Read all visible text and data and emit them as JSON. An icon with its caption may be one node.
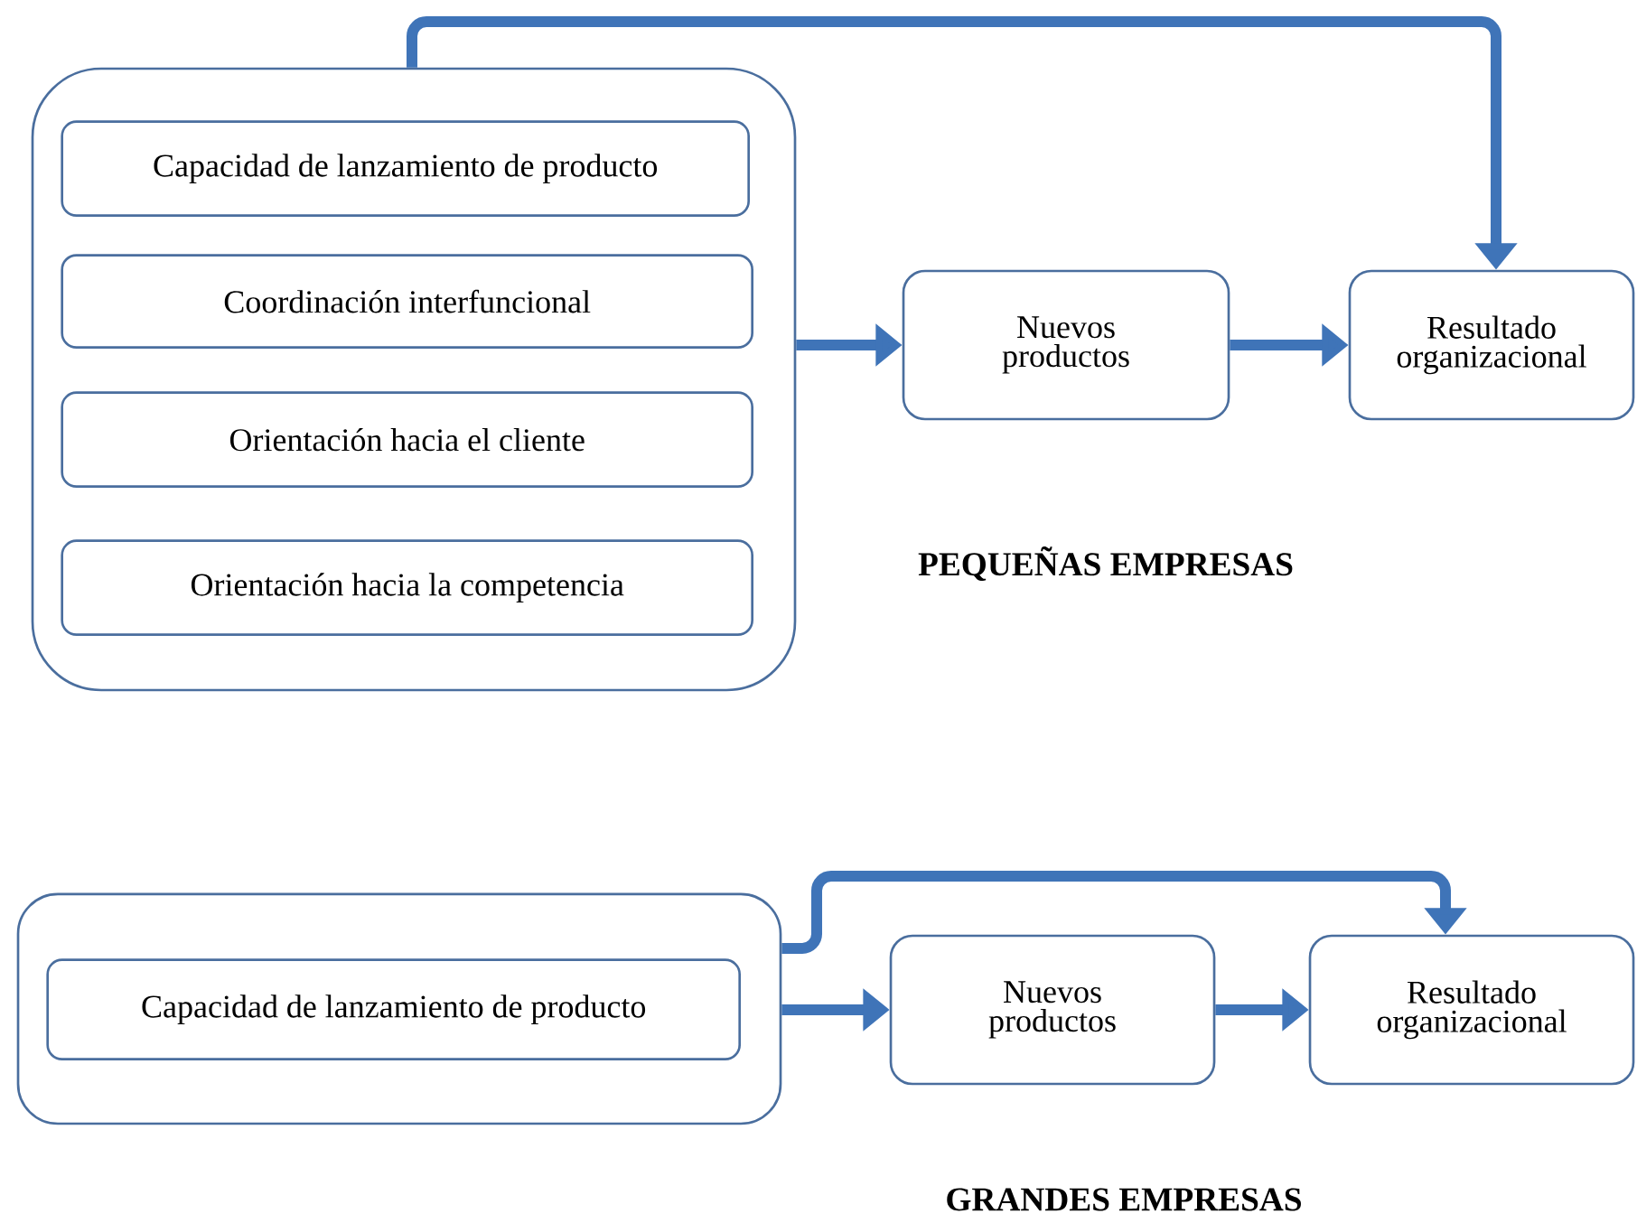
{
  "diagram": {
    "nodes": [
      {
        "text": [],
        "shape": "box"
      },
      {
        "text": [
          "Capacidad de lanzamiento de producto"
        ],
        "in": 0
      },
      {
        "text": [
          "Coordinación interfuncional"
        ],
        "in": 0
      },
      {
        "text": [
          "Orientación hacia el cliente"
        ],
        "in": 0
      },
      {
        "text": [
          "Orientación hacia la competencia"
        ],
        "in": 0
      },
      {
        "text": [
          "Nuevos productos"
        ]
      },
      {
        "text": [
          "Resultado organizacional"
        ]
      },
      {
        "text": [],
        "shape": "box"
      },
      {
        "text": [
          "Capacidad de lanzamiento de producto"
        ],
        "in": 7
      },
      {
        "text": [
          "Nuevos productos"
        ]
      },
      {
        "text": [
          "Resultado organizacional"
        ]
      }
    ],
    "edges": [
      {
        "from": 0,
        "to": 5,
        "arrow": "to"
      },
      {
        "from": 5,
        "to": 6,
        "arrow": "to"
      },
      {
        "from": 0,
        "to": 6,
        "arrow": "to"
      },
      {
        "from": 7,
        "to": 9,
        "arrow": "to"
      },
      {
        "from": 9,
        "to": 10,
        "arrow": "to"
      },
      {
        "from": 7,
        "to": 10,
        "arrow": "to"
      }
    ],
    "labels": [
      "PEQUEÑAS EMPRESAS",
      "GRANDES EMPRESAS"
    ]
  }
}
